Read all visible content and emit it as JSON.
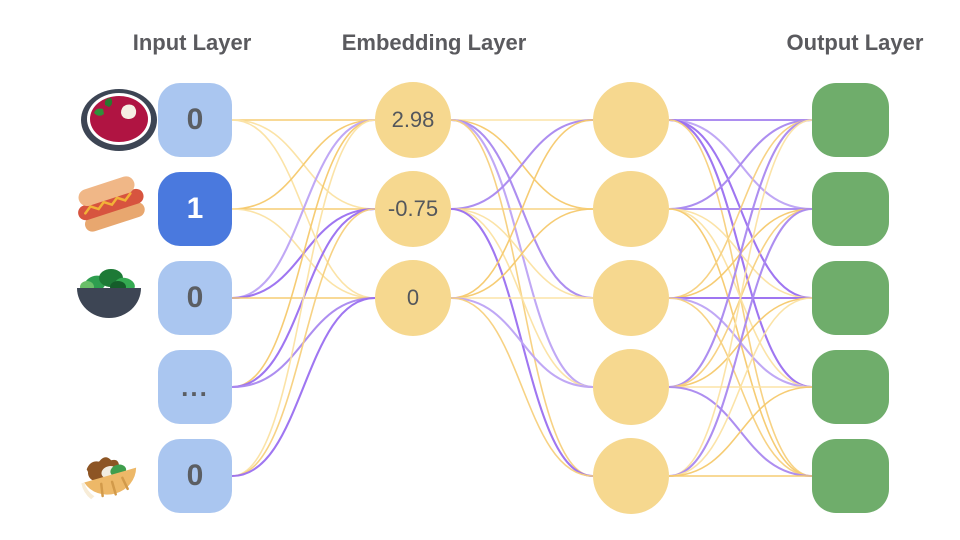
{
  "diagram": {
    "titles": {
      "input": "Input Layer",
      "embedding": "Embedding Layer",
      "output": "Output Layer"
    },
    "input_layer": {
      "nodes": [
        {
          "label": "0",
          "icon": "borscht-bowl",
          "active": false
        },
        {
          "label": "1",
          "icon": "hot-dog",
          "active": true
        },
        {
          "label": "0",
          "icon": "salad-bowl",
          "active": false
        },
        {
          "label": "...",
          "icon": null,
          "active": false
        },
        {
          "label": "0",
          "icon": "stuffed-flatbread",
          "active": false
        }
      ]
    },
    "embedding_layer": {
      "values": [
        "2.98",
        "-0.75",
        "0"
      ]
    },
    "hidden_layer": {
      "node_count": 5
    },
    "output_layer": {
      "node_count": 5
    },
    "colors": {
      "input_node": "#aac6f0",
      "input_node_active": "#4a79de",
      "input_text": "#5b5e63",
      "input_text_active": "#ffffff",
      "embed_node": "#f6d88f",
      "embed_text": "#54575c",
      "output_node": "#6fad6b",
      "title_text": "#5a5a5e",
      "edge_purples": [
        "#a988ef",
        "#bda3f4",
        "#9a6ff0"
      ],
      "edge_yellows": [
        "#f7d07d",
        "#fbe1a2",
        "#f5c96d"
      ]
    }
  }
}
